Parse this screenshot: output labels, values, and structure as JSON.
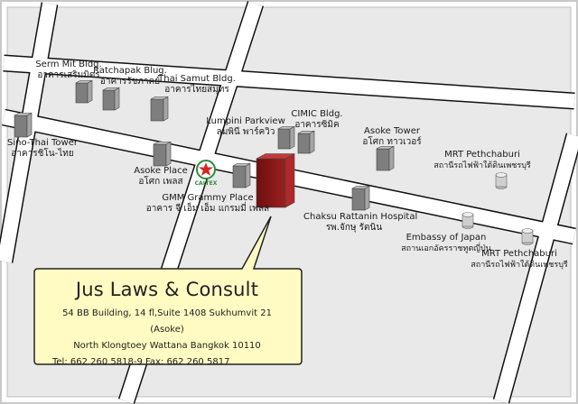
{
  "map": {
    "colors": {
      "road_fill": "#ffffff",
      "road_edge": "#111111",
      "block": "#e9e9e9",
      "frame": "#c8c8c8",
      "building": "#8a8a8a",
      "highlight_building": "#8e1b1b",
      "callout_fill": "#fffbc2",
      "callout_stroke": "#222222",
      "caltex_red": "#d8251d",
      "caltex_green": "#2e8b3e"
    },
    "icons": [
      "building-icon",
      "mrt-station-icon",
      "caltex-logo"
    ]
  },
  "labels": {
    "serm_mit": {
      "en": "Serm Mit Bldg.",
      "th": "อาคารเสริมมิตร"
    },
    "ratchapak": {
      "en": "Ratchapak Blug.",
      "th": "อาคารรัชภาคย์"
    },
    "thai_samut": {
      "en": "Thai Samut Bldg.",
      "th": "อาคารไทยสมุทร"
    },
    "sino_thai": {
      "en": "Sino-Thai Tower",
      "th": "อาคารชิโน-ไทย"
    },
    "lumpini": {
      "en": "Lumpini Parkview",
      "th": "ลุมพินี พาร์ควิว"
    },
    "cimic": {
      "en": "CIMIC Bldg.",
      "th": "อาคารซิมิค"
    },
    "asoke_tower": {
      "en": "Asoke Tower",
      "th": "อโศก ทาวเวอร์"
    },
    "mrt_top": {
      "en": "MRT Pethchaburi",
      "th": "สถานีรถไฟฟ้าใต้ดินเพชรบุรี"
    },
    "asoke_place": {
      "en": "Asoke Place",
      "th": "อโศก เพลส"
    },
    "caltex": "CALTEX",
    "gmm": {
      "en": "GMM Grammy Place",
      "th": "อาคาร จี เอ็ม เอ็ม แกรมมี่ เพลส"
    },
    "chaksu": {
      "en": "Chaksu Rattanin Hospital",
      "th": "รพ.จักษุ รัตนิน"
    },
    "embassy": {
      "en": "Embassy of Japan",
      "th": "สถานเอกอัครราชทูตญี่ปุ่น"
    },
    "mrt_bottom": {
      "en": "MRT Pethchaburi",
      "th": "สถานีรถไฟฟ้าใต้ดินเพชรบุรี"
    }
  },
  "callout": {
    "title": "Jus Laws & Consult",
    "line1": "54 BB Building, 14 fl,Suite 1408 Sukhumvit 21 (Asoke)",
    "line2": "North Klongtoey Wattana Bangkok 10110",
    "line3": "Tel: 662 260 5818-9 Fax: 662 260 5817"
  }
}
